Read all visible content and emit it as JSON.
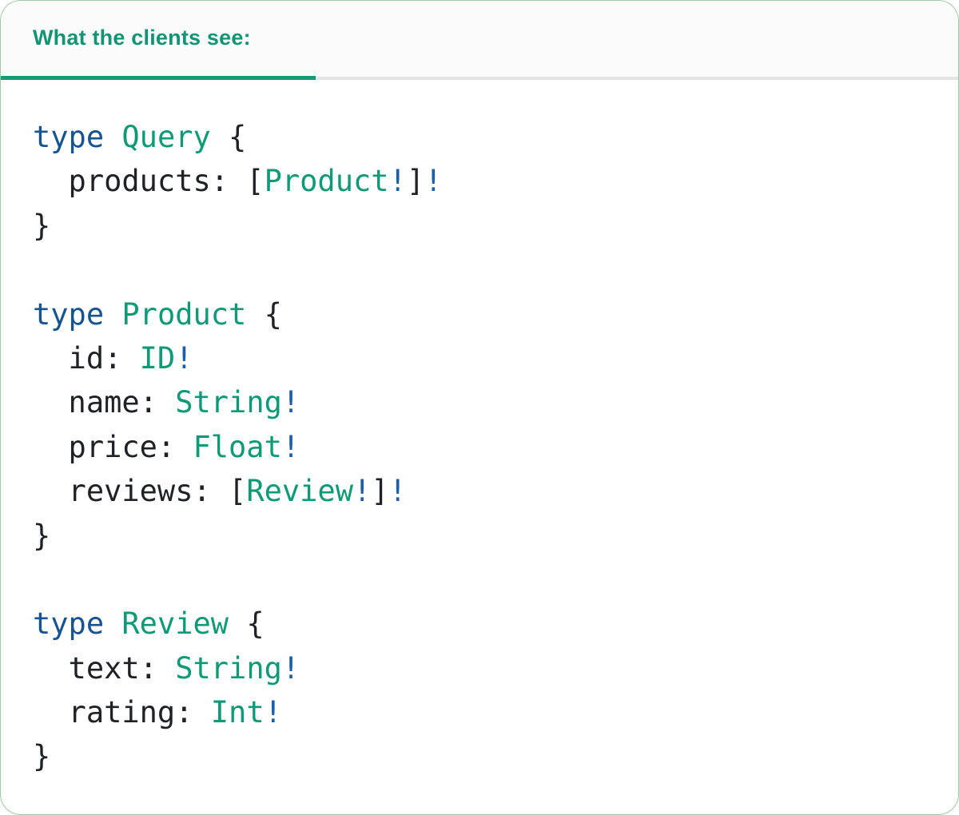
{
  "header": {
    "tab_label": "What the clients see:"
  },
  "code": {
    "language": "graphql",
    "text": "type Query {\n  products: [Product!]!\n}\n\ntype Product {\n  id: ID!\n  name: String!\n  price: Float!\n  reviews: [Review!]!\n}\n\ntype Review {\n  text: String!\n  rating: Int!\n}",
    "lines": [
      [
        {
          "t": "type",
          "c": "keyword"
        },
        {
          "t": " ",
          "c": "plain"
        },
        {
          "t": "Query",
          "c": "type"
        },
        {
          "t": " {",
          "c": "plain"
        }
      ],
      [
        {
          "t": "  products: [",
          "c": "plain"
        },
        {
          "t": "Product",
          "c": "type"
        },
        {
          "t": "!",
          "c": "bang"
        },
        {
          "t": "]",
          "c": "plain"
        },
        {
          "t": "!",
          "c": "bang"
        }
      ],
      [
        {
          "t": "}",
          "c": "plain"
        }
      ],
      [],
      [
        {
          "t": "type",
          "c": "keyword"
        },
        {
          "t": " ",
          "c": "plain"
        },
        {
          "t": "Product",
          "c": "type"
        },
        {
          "t": " {",
          "c": "plain"
        }
      ],
      [
        {
          "t": "  id: ",
          "c": "plain"
        },
        {
          "t": "ID",
          "c": "type"
        },
        {
          "t": "!",
          "c": "bang"
        }
      ],
      [
        {
          "t": "  name: ",
          "c": "plain"
        },
        {
          "t": "String",
          "c": "type"
        },
        {
          "t": "!",
          "c": "bang"
        }
      ],
      [
        {
          "t": "  price: ",
          "c": "plain"
        },
        {
          "t": "Float",
          "c": "type"
        },
        {
          "t": "!",
          "c": "bang"
        }
      ],
      [
        {
          "t": "  reviews: [",
          "c": "plain"
        },
        {
          "t": "Review",
          "c": "type"
        },
        {
          "t": "!",
          "c": "bang"
        },
        {
          "t": "]",
          "c": "plain"
        },
        {
          "t": "!",
          "c": "bang"
        }
      ],
      [
        {
          "t": "}",
          "c": "plain"
        }
      ],
      [],
      [
        {
          "t": "type",
          "c": "keyword"
        },
        {
          "t": " ",
          "c": "plain"
        },
        {
          "t": "Review",
          "c": "type"
        },
        {
          "t": " {",
          "c": "plain"
        }
      ],
      [
        {
          "t": "  text: ",
          "c": "plain"
        },
        {
          "t": "String",
          "c": "type"
        },
        {
          "t": "!",
          "c": "bang"
        }
      ],
      [
        {
          "t": "  rating: ",
          "c": "plain"
        },
        {
          "t": "Int",
          "c": "type"
        },
        {
          "t": "!",
          "c": "bang"
        }
      ],
      [
        {
          "t": "}",
          "c": "plain"
        }
      ]
    ]
  },
  "colors": {
    "accent_teal": "#149474",
    "tab_underline_active": "#169a74",
    "tab_underline_inactive": "#e4e4e4",
    "header_bg": "#fbfbfb",
    "card_border": "#9fcaa8",
    "code_plain": "#1f2125",
    "code_keyword": "#16538f",
    "code_type": "#0e9a76",
    "code_bang": "#1c5fa6"
  }
}
